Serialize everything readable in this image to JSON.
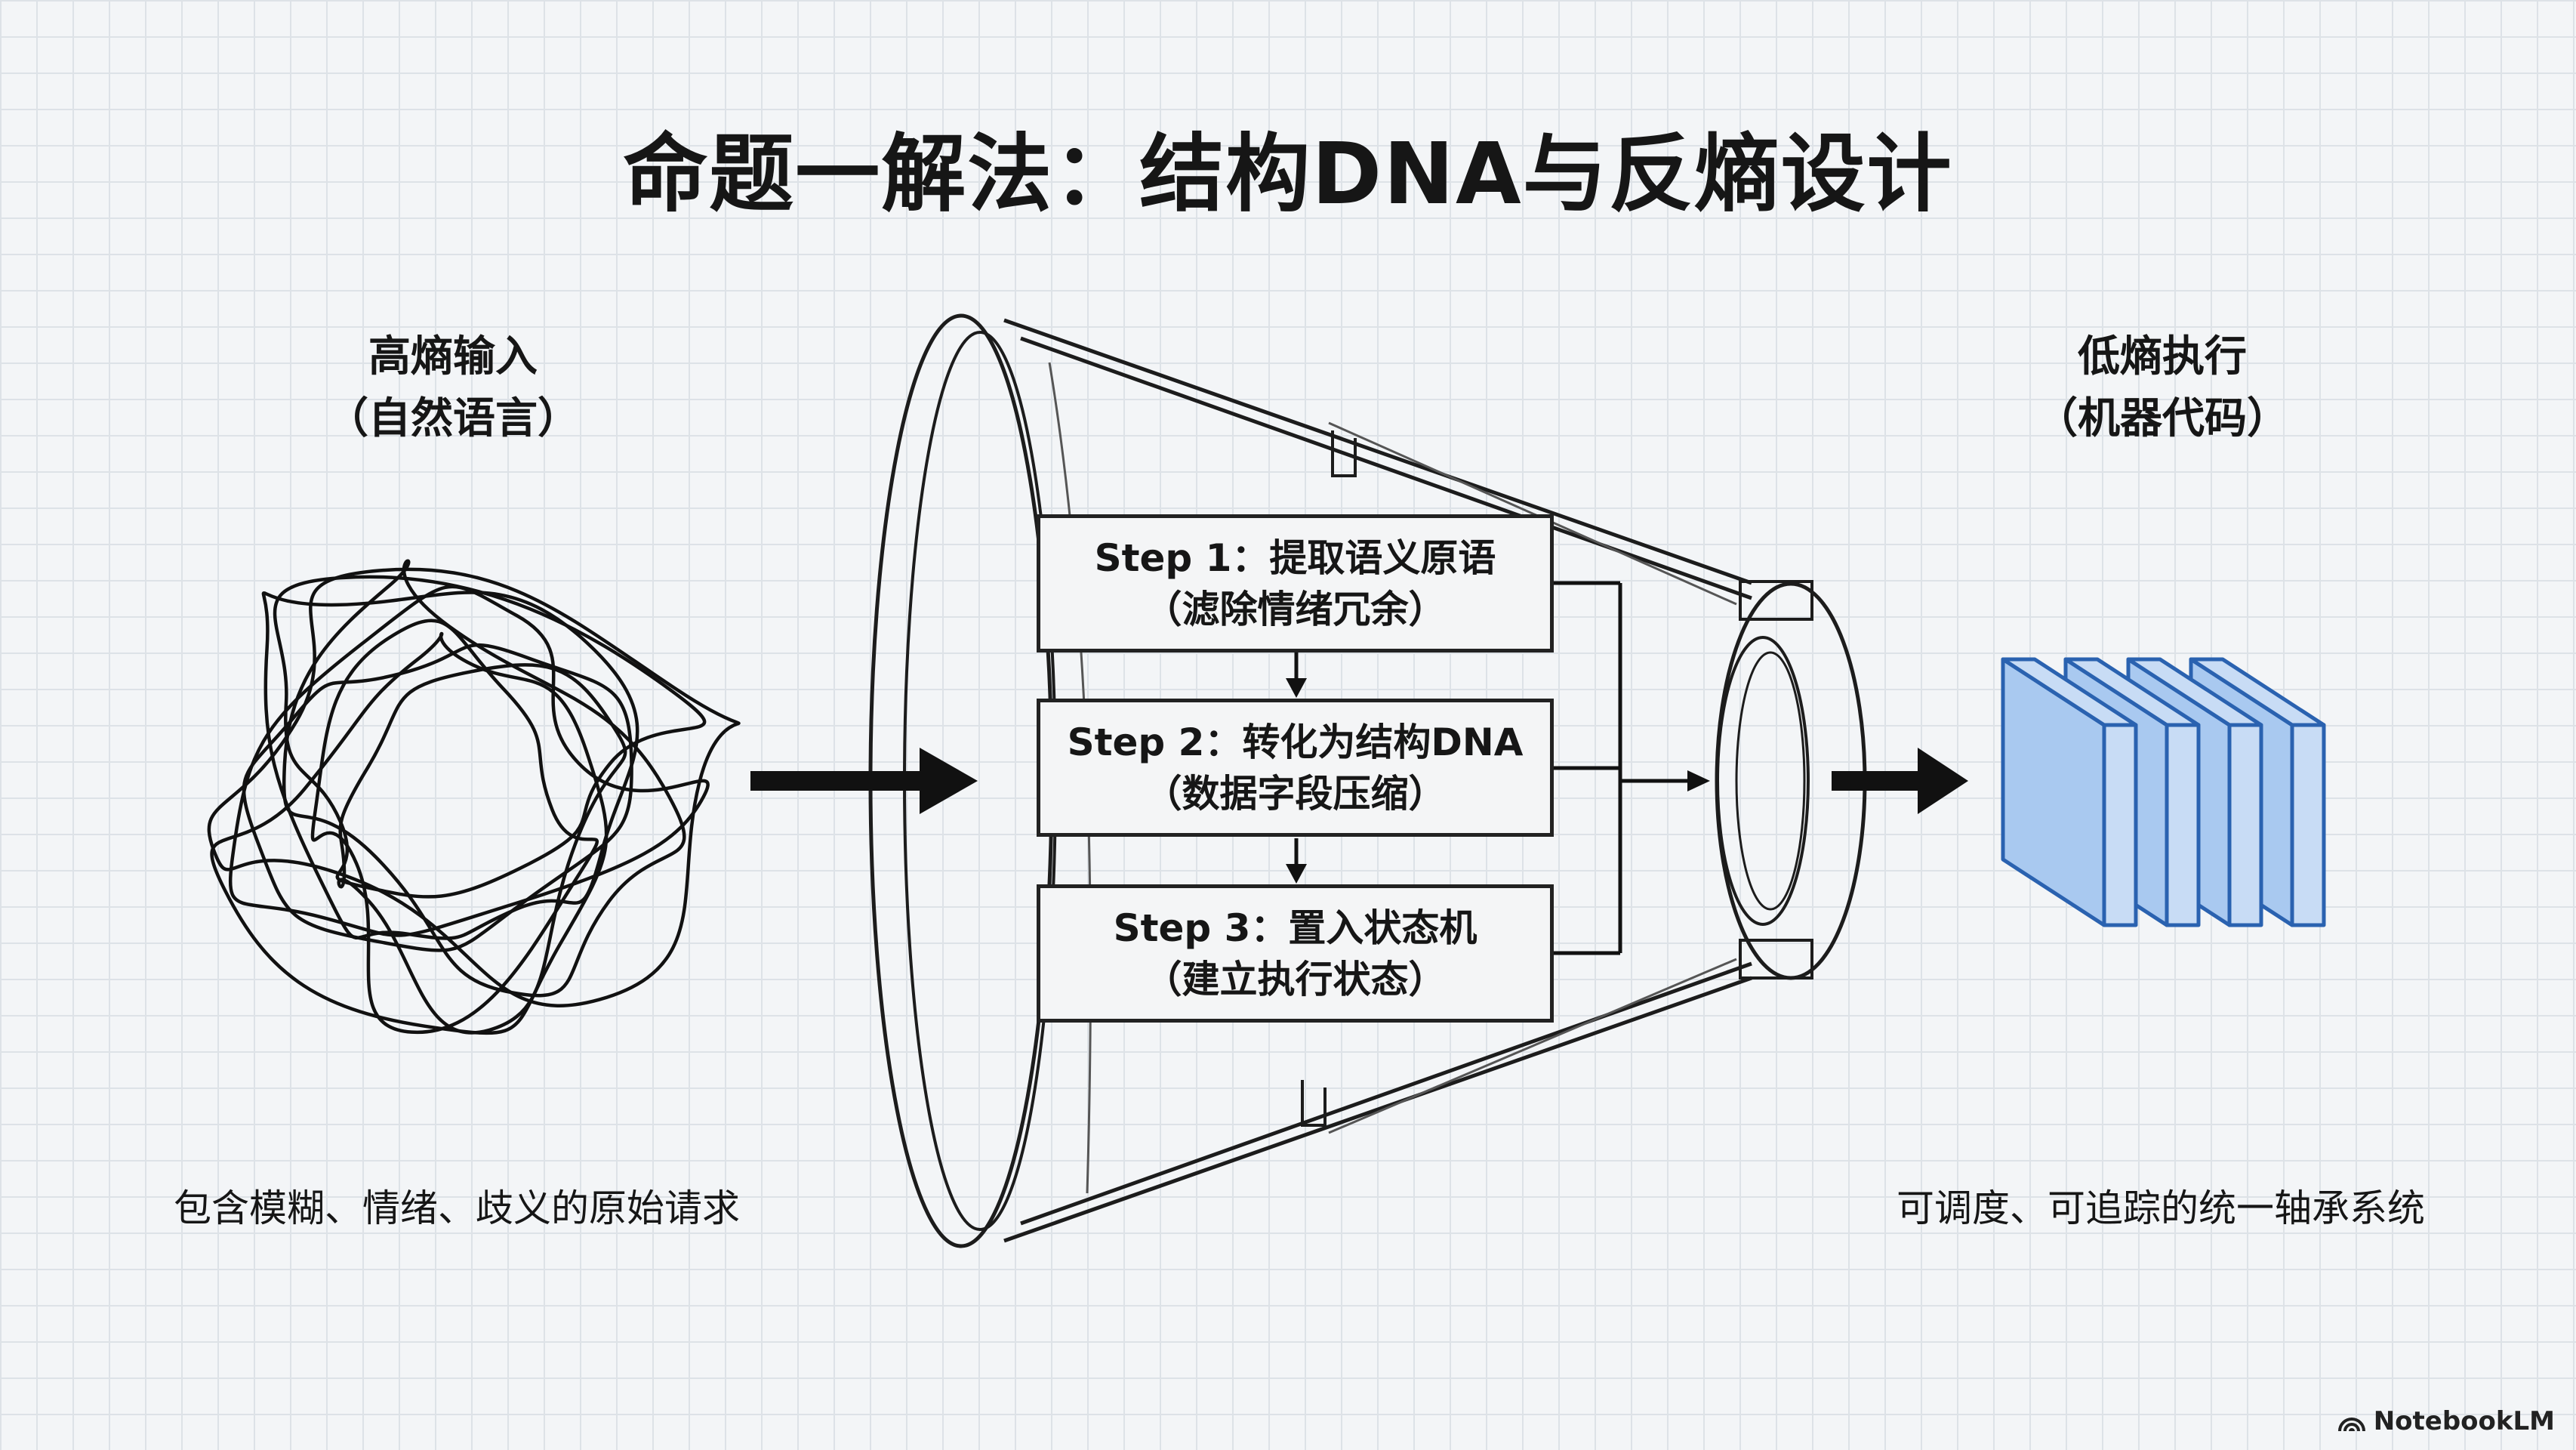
{
  "title": "命题一解法：结构DNA与反熵设计",
  "input": {
    "label_line1": "高熵输入",
    "label_line2": "（自然语言）",
    "caption": "包含模糊、情绪、歧义的原始请求"
  },
  "output": {
    "label_line1": "低熵执行",
    "label_line2": "（机器代码）",
    "caption": "可调度、可追踪的统一轴承系统"
  },
  "steps": [
    {
      "title": "Step 1：提取语义原语",
      "subtitle": "（滤除情绪冗余）"
    },
    {
      "title": "Step 2：转化为结构DNA",
      "subtitle": "（数据字段压缩）"
    },
    {
      "title": "Step 3：置入状态机",
      "subtitle": "（建立执行状态）"
    }
  ],
  "colors": {
    "block_fill": "#a9c9f0",
    "block_side": "#c8dcf5",
    "block_stroke": "#2a62b0",
    "ink": "#161616"
  },
  "watermark": "NotebookLM"
}
